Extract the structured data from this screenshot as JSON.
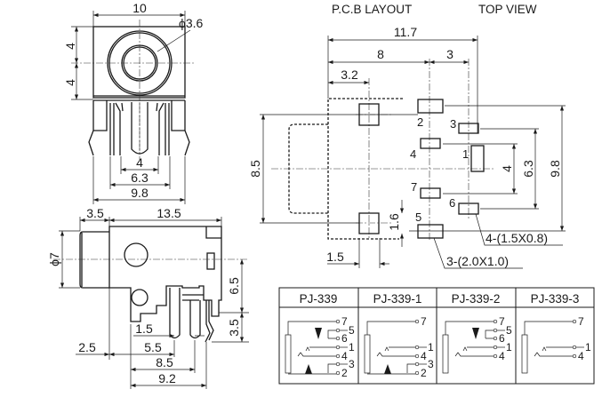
{
  "front_view": {
    "width": "10",
    "hole_diameter": "ϕ3.6",
    "upper_height": "4",
    "lower_height": "4",
    "pin_spacing_inner": "4",
    "pin_spacing_mid": "6.3",
    "pin_spacing_outer": "9.8"
  },
  "side_view": {
    "nose_length": "3.5",
    "body_length": "13.5",
    "nose_diameter": "ϕ7",
    "axis_height": "6.5",
    "pin_length": "3.5",
    "dim_1_5": "1.5",
    "dim_2_5": "2.5",
    "dim_5_5": "5.5",
    "dim_8_5": "8.5",
    "dim_9_2": "9.2"
  },
  "pcb_layout": {
    "title": "P.C.B LAYOUT",
    "subtitle": "TOP VIEW",
    "overall_width": "11.7",
    "width_8": "8",
    "width_3": "3",
    "width_3_2": "3.2",
    "height_8_5": "8.5",
    "height_4": "4",
    "height_6_3": "6.3",
    "height_9_8": "9.8",
    "height_1_6": "1.6",
    "width_1_5": "1.5",
    "small_pad_note": "4-(1.5X0.8)",
    "large_pad_note": "3-(2.0X1.0)",
    "pin_labels": {
      "p1": "1",
      "p2": "2",
      "p3": "3",
      "p4": "4",
      "p5": "5",
      "p6": "6",
      "p7": "7"
    }
  },
  "schematic_table": {
    "models": [
      {
        "name": "PJ-339",
        "pins": [
          "7",
          "5",
          "6",
          "1",
          "4",
          "3",
          "2"
        ]
      },
      {
        "name": "PJ-339-1",
        "pins": [
          "7",
          "1",
          "4",
          "3",
          "2"
        ]
      },
      {
        "name": "PJ-339-2",
        "pins": [
          "7",
          "5",
          "6",
          "1",
          "4"
        ]
      },
      {
        "name": "PJ-339-3",
        "pins": [
          "7",
          "1",
          "4"
        ]
      }
    ]
  }
}
